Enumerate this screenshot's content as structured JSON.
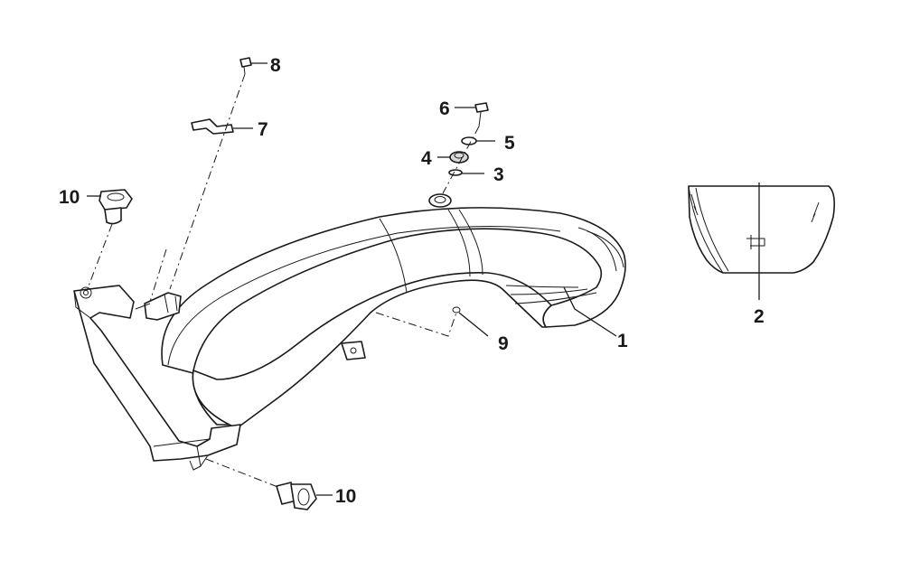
{
  "callouts": {
    "c1": "1",
    "c2": "2",
    "c3": "3",
    "c4": "4",
    "c5": "5",
    "c6": "6",
    "c7": "7",
    "c8": "8",
    "c9": "9",
    "c10a": "10",
    "c10b": "10"
  },
  "colors": {
    "line": "#1a1a1a",
    "background": "#ffffff",
    "shade": "#d9d9d9"
  }
}
